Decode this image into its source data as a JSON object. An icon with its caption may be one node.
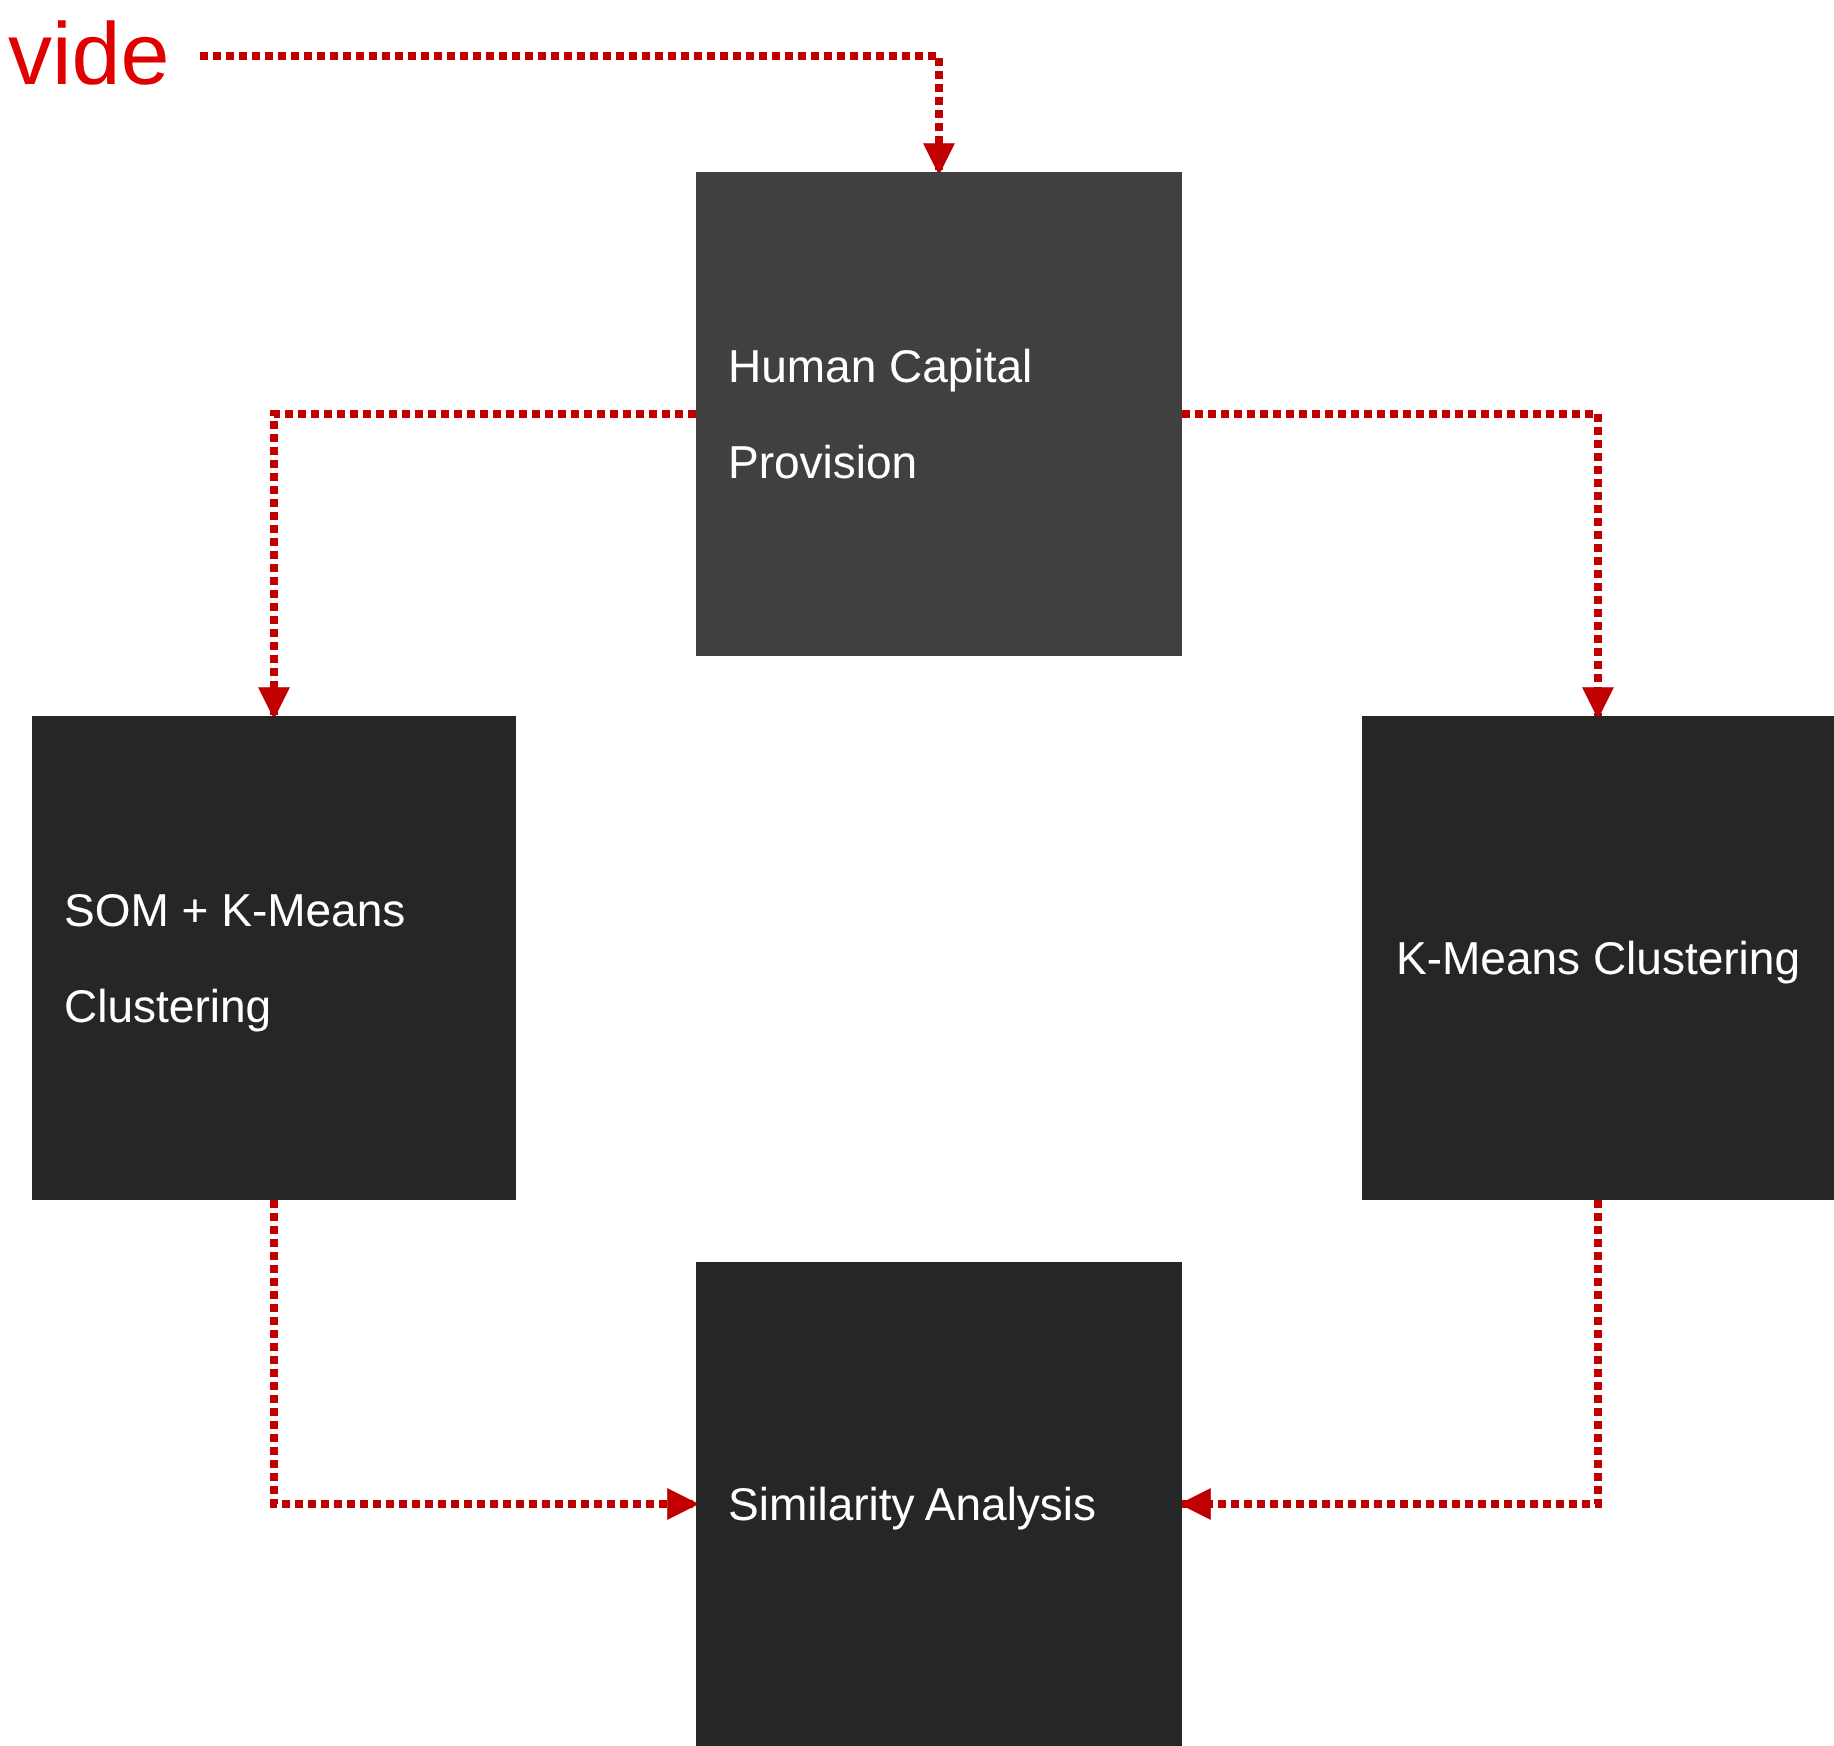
{
  "diagram": {
    "nodes": [
      {
        "text": [
          "vide"
        ]
      },
      {
        "text": [
          "Human Capital Provision"
        ]
      },
      {
        "text": [
          "SOM + K-Means Clustering"
        ]
      },
      {
        "text": [
          "K-Means Clustering"
        ]
      },
      {
        "text": [
          "Similarity Analysis"
        ]
      }
    ],
    "edges": [
      {
        "from": 0,
        "to": 1,
        "arrow": "to",
        "style": "dashed"
      },
      {
        "from": 1,
        "to": 2,
        "arrow": "to",
        "style": "dashed"
      },
      {
        "from": 1,
        "to": 3,
        "arrow": "to",
        "style": "dashed"
      },
      {
        "from": 2,
        "to": 4,
        "arrow": "to",
        "style": "dashed"
      },
      {
        "from": 3,
        "to": 4,
        "arrow": "to",
        "style": "dashed"
      }
    ]
  }
}
